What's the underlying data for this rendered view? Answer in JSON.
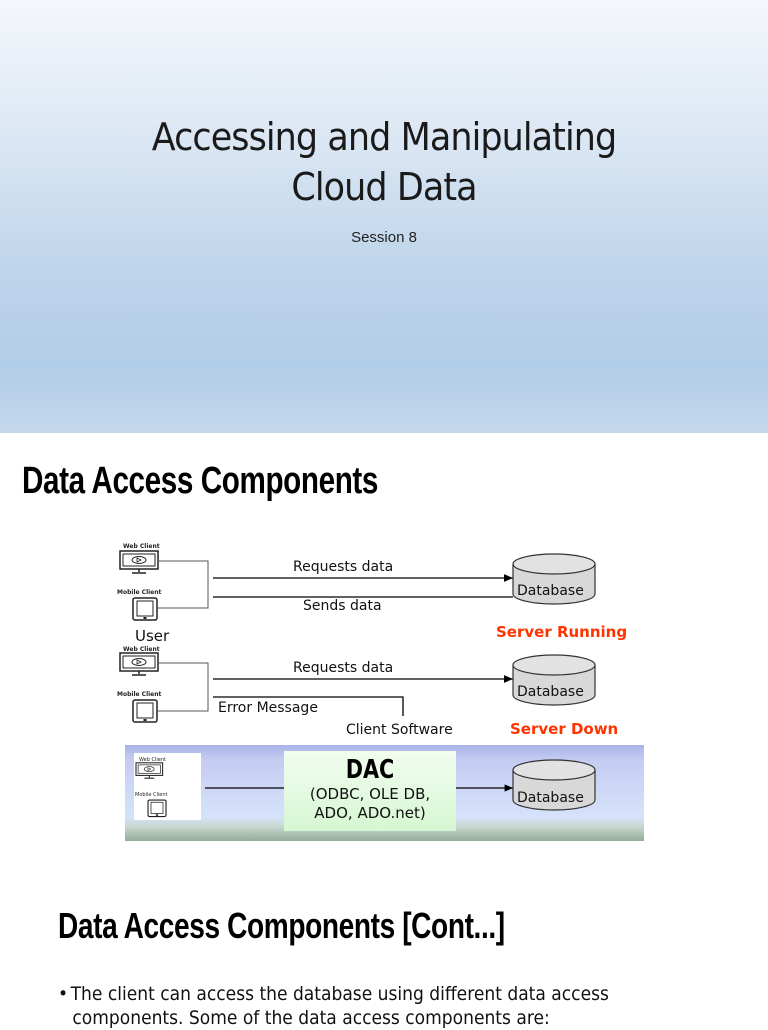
{
  "slides": [
    {
      "title_line1": "Accessing and Manipulating",
      "title_line2": "Cloud Data",
      "subtitle": "Session 8"
    },
    {
      "title": "Data Access Components",
      "diagram": {
        "web_client_label": "Web Client",
        "mobile_client_label": "Mobile Client",
        "user_label": "User",
        "row1": {
          "request_label": "Requests data",
          "response_label": "Sends data",
          "db_label": "Database",
          "status": "Server Running"
        },
        "row2": {
          "request_label": "Requests data",
          "error_label": "Error Message",
          "client_software_label": "Client Software",
          "db_label": "Database",
          "status": "Server Down"
        },
        "row3": {
          "dac_title": "DAC",
          "dac_line1": "(ODBC, OLE DB,",
          "dac_line2": "ADO, ADO.net)",
          "db_label": "Database"
        },
        "colors": {
          "status": "#ff3300",
          "dac_box": "#e2fbe0",
          "band_top": "#a8b2e6",
          "band_bottom": "#92ad98"
        }
      }
    },
    {
      "title": "Data Access Components [Cont...]",
      "bullet_line1": "The client can access the database using different data access",
      "bullet_line2": "components. Some of the data access components are:"
    }
  ]
}
